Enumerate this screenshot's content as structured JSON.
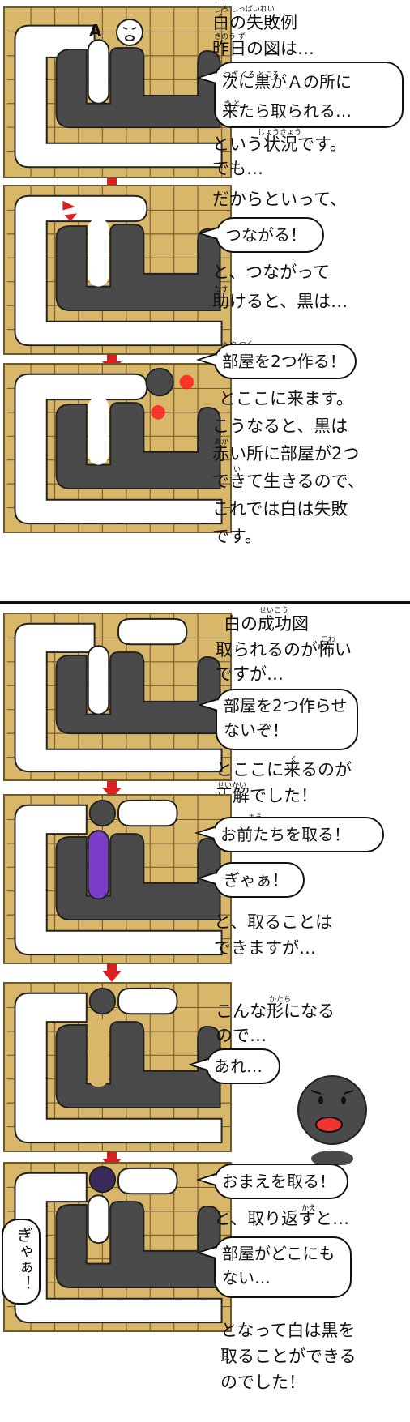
{
  "section1": {
    "ruby_title": "しろ  しっぱいれい",
    "title": "白の失敗例",
    "ruby_line2": "きのう    ず",
    "line2": "昨日の図は…",
    "bubble1_ruby": "つぎ  くろ          ところ",
    "bubble1_line1": "次に黒がＡの所に",
    "bubble1_ruby2": "き      と",
    "bubble1_line2": "来たら取られる…",
    "ruby_line3": "じょうきょう",
    "line3": "という状況です。",
    "line4": "でも…",
    "point_label": "A"
  },
  "section2": {
    "line1": "だからといって、",
    "bubble": "つながる！",
    "line2": "と、つながって",
    "ruby_line3": "たす",
    "line3": "助けると、黒は…"
  },
  "section3": {
    "bubble_ruby": "へや        つく",
    "bubble": "部屋を2つ作る！",
    "line1": "とここに来ます。",
    "line2": "こうなると、黒は",
    "ruby_line3": "あか",
    "line3": "赤い所に部屋が2つ",
    "ruby_line4": "い",
    "line4": "できて生きるので、",
    "line5": "これでは白は失敗",
    "line6": "です。"
  },
  "section4": {
    "ruby_title": "せいこう",
    "title": "白の成功図",
    "ruby_line2": "こわ",
    "line2a": "取られるのが怖い",
    "line2b": "ですが…",
    "bubble_line1": "部屋を2つ作らせ",
    "bubble_line2": "ないぞ！",
    "ruby_line3": "く",
    "line3": "とここに来るのが",
    "ruby_line4": "せいかい",
    "line4": "正解でした！"
  },
  "section5": {
    "bubble1_ruby": "まえ",
    "bubble1": "お前たちを取る！",
    "bubble2": "ぎゃぁ！",
    "line1": "と、取ることは",
    "line2": "できますが…"
  },
  "section6": {
    "ruby_line1": "かたち",
    "line1": "こんな形になる",
    "line2": "ので…",
    "bubble": "あれ…"
  },
  "section7": {
    "bubble1": "おまえを取る！",
    "ruby_line1": "かえ",
    "line1": "と、取り返すと…",
    "bubble2_line1": "部屋がどこにも",
    "bubble2_line2": "ない…",
    "vbubble": "ぎゃぁ！",
    "line2": "となって白は黒を",
    "line3": "取ることができる",
    "line4": "のでした！"
  },
  "colors": {
    "board": "#d9b76a",
    "grid": "#7a6030",
    "black_group": "#4a4a4a",
    "white_group": "#ffffff",
    "accent_red": "#d92020"
  }
}
